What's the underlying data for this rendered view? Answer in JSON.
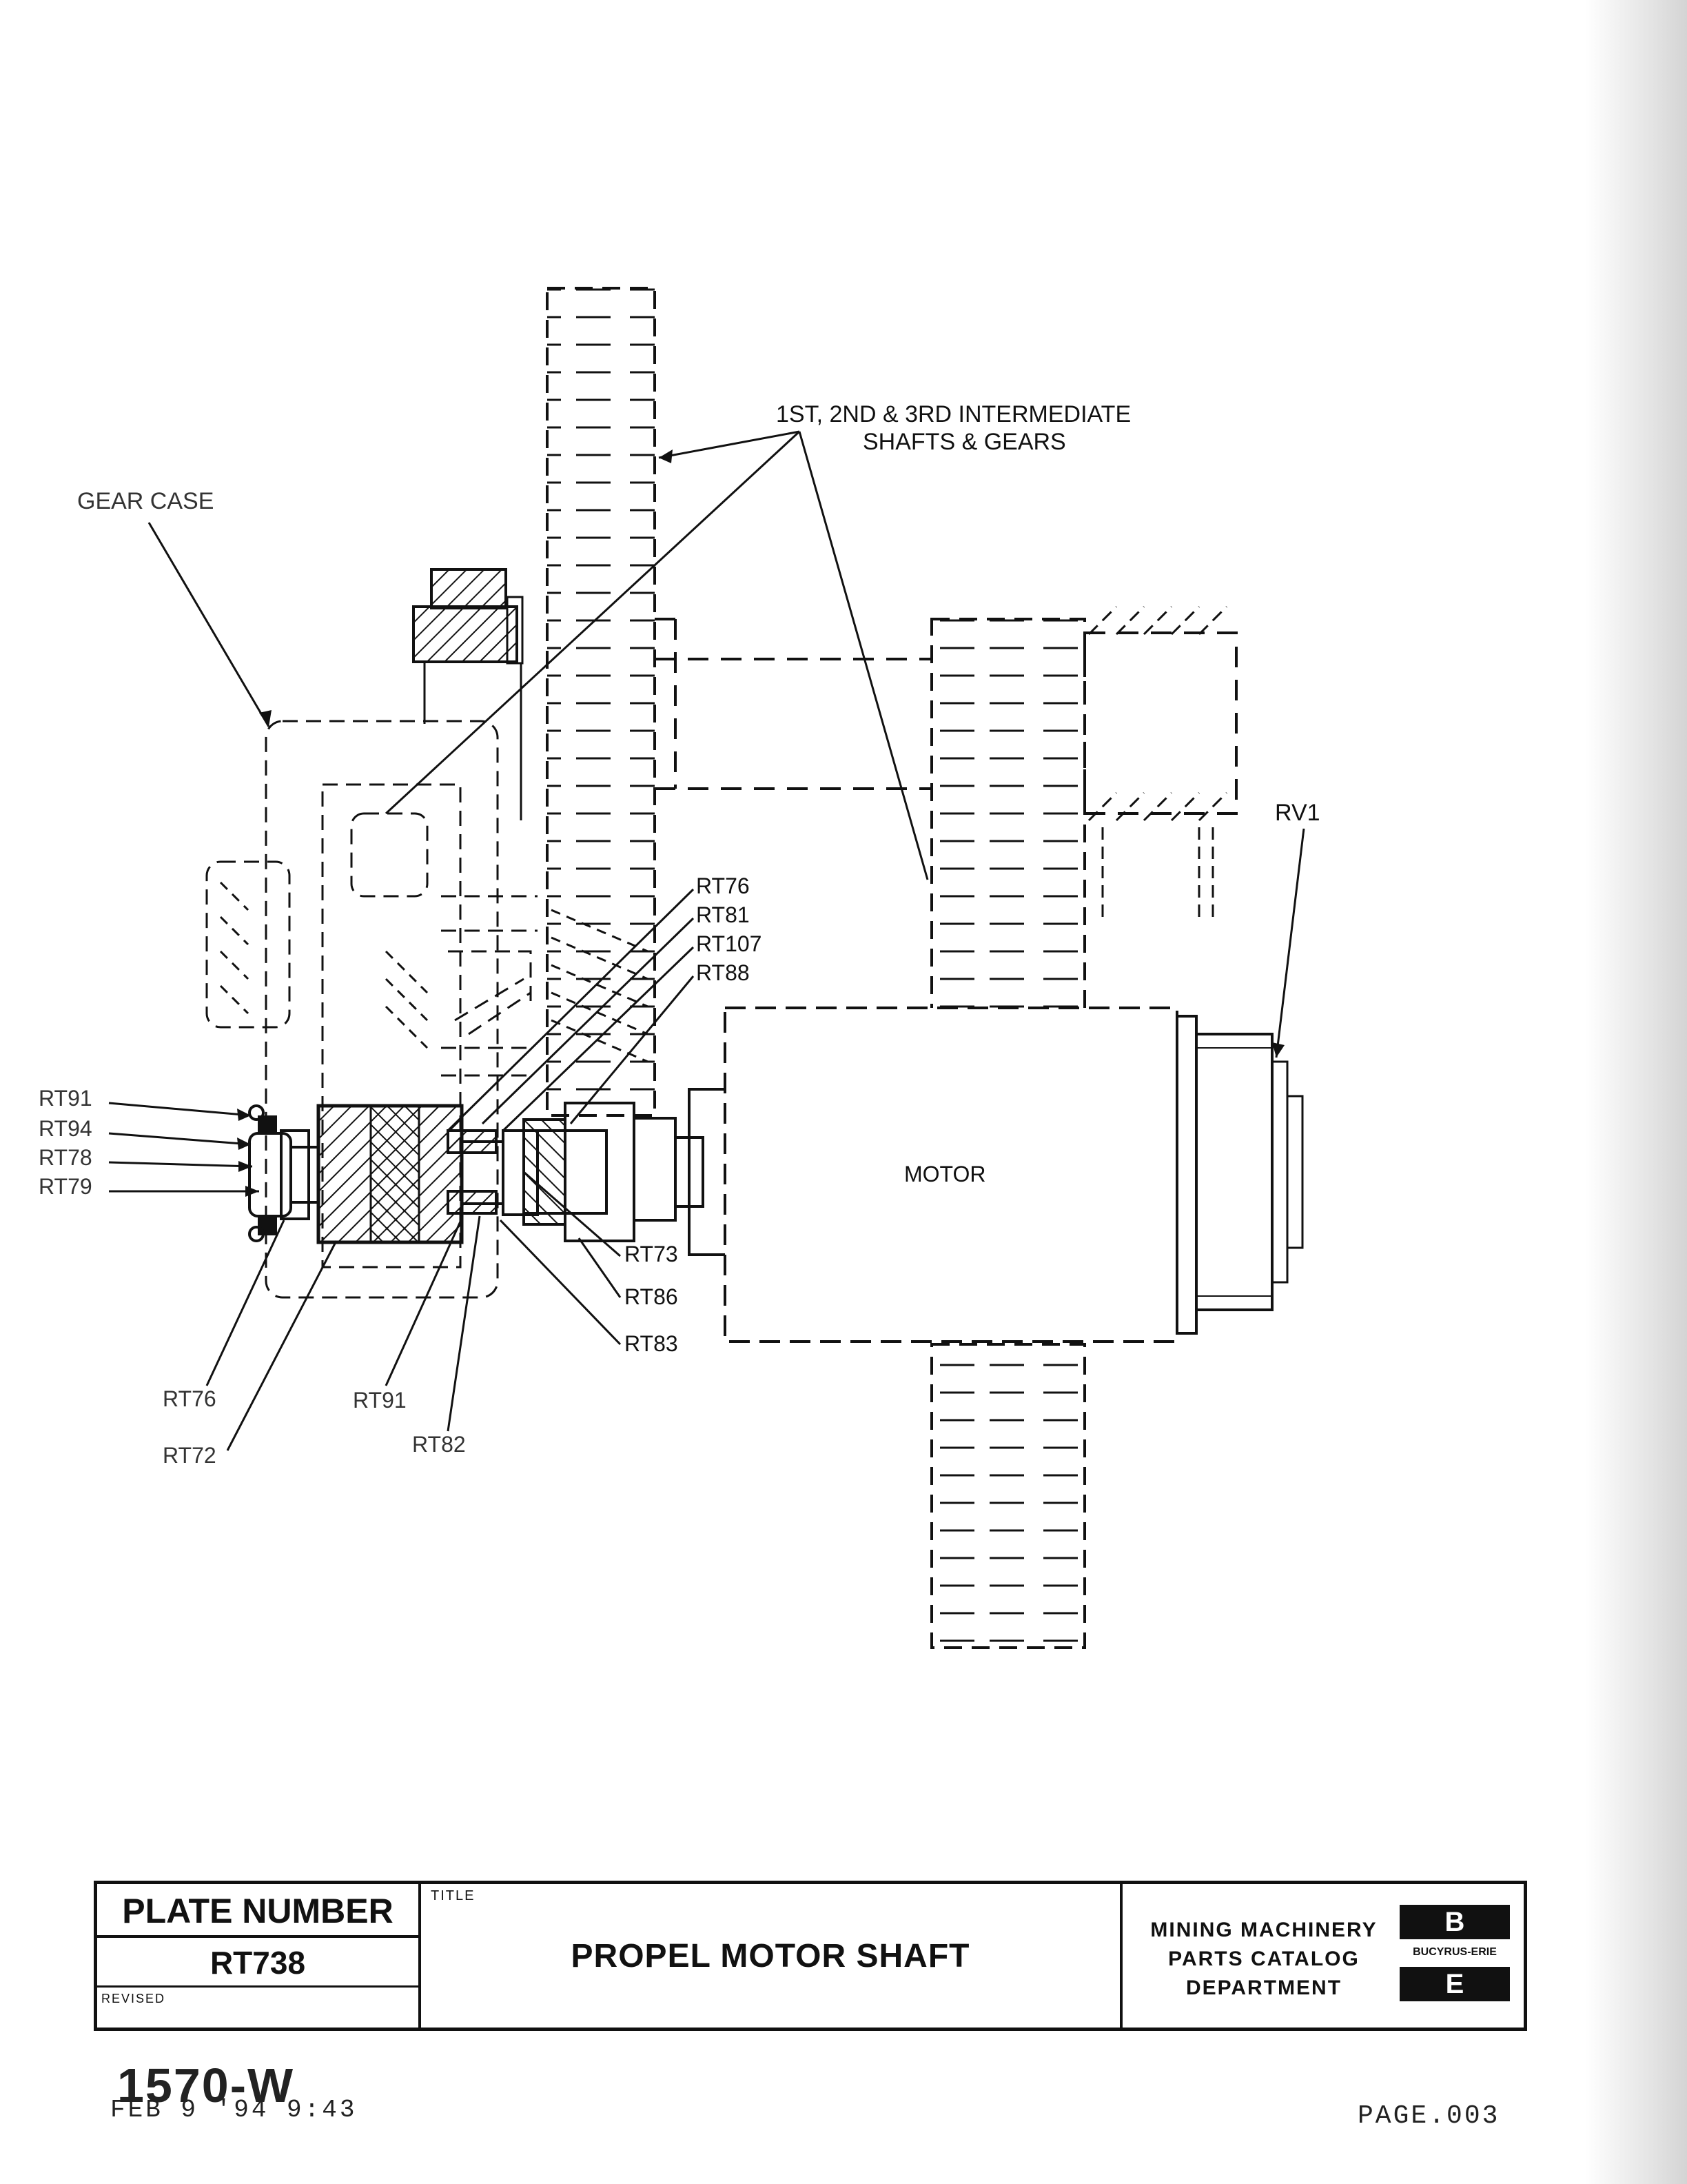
{
  "callouts": {
    "intermediate_shafts_line1": "1ST, 2ND & 3RD INTERMEDIATE",
    "intermediate_shafts_line2": "SHAFTS & GEARS",
    "gear_case": "GEAR CASE",
    "rv1": "RV1",
    "motor": "MOTOR",
    "left_stack": [
      "RT91",
      "RT94",
      "RT78",
      "RT79"
    ],
    "upper_right_stack": [
      "RT76",
      "RT81",
      "RT107",
      "RT88"
    ],
    "lower_right_stack": [
      "RT73",
      "RT86",
      "RT83"
    ],
    "bottom_left": [
      "RT76",
      "RT72",
      "RT91",
      "RT82"
    ]
  },
  "title_block": {
    "plate_number_label": "PLATE NUMBER",
    "plate_number": "RT738",
    "revised_label": "REVISED",
    "title_label": "TITLE",
    "title": "PROPEL MOTOR SHAFT",
    "department_line1": "MINING MACHINERY",
    "department_line2": "PARTS CATALOG",
    "department_line3": "DEPARTMENT",
    "company": "BUCYRUS-ERIE"
  },
  "footer": {
    "handwritten": "1570-W",
    "stamp": "FEB  9 '94  9:43",
    "page": "PAGE.003"
  },
  "colors": {
    "ink": "#111111",
    "paper": "#ffffff"
  }
}
